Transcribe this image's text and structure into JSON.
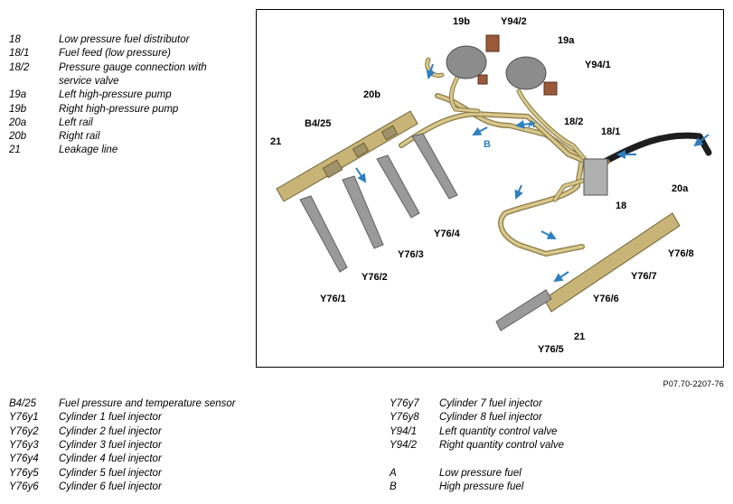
{
  "top_legend": [
    {
      "code": "18",
      "desc": "Low pressure fuel distributor"
    },
    {
      "code": "18/1",
      "desc": "Fuel feed (low pressure)"
    },
    {
      "code": "18/2",
      "desc": "Pressure gauge connection with"
    },
    {
      "code": "",
      "desc": "service valve"
    },
    {
      "code": "19a",
      "desc": "Left high-pressure pump"
    },
    {
      "code": "19b",
      "desc": "Right high-pressure pump"
    },
    {
      "code": "20a",
      "desc": "Left rail"
    },
    {
      "code": "20b",
      "desc": "Right rail"
    },
    {
      "code": "21",
      "desc": "Leakage line"
    }
  ],
  "bottom_legend_left": [
    {
      "code": "B4/25",
      "desc": "Fuel pressure and temperature sensor"
    },
    {
      "code": "Y76y1",
      "desc": "Cylinder 1 fuel injector"
    },
    {
      "code": "Y76y2",
      "desc": "Cylinder 2 fuel injector"
    },
    {
      "code": "Y76y3",
      "desc": "Cylinder 3 fuel injector"
    },
    {
      "code": "Y76y4",
      "desc": "Cylinder 4 fuel injector"
    },
    {
      "code": "Y76y5",
      "desc": "Cylinder 5 fuel injector"
    },
    {
      "code": "Y76y6",
      "desc": "Cylinder 6 fuel injector"
    }
  ],
  "bottom_legend_right": [
    {
      "code": "Y76y7",
      "desc": "Cylinder 7 fuel injector"
    },
    {
      "code": "Y76y8",
      "desc": "Cylinder 8 fuel injector"
    },
    {
      "code": "Y94/1",
      "desc": "Left quantity control valve"
    },
    {
      "code": "Y94/2",
      "desc": "Right quantity control valve"
    },
    {
      "code": "",
      "desc": ""
    },
    {
      "code": "A",
      "desc": "Low pressure fuel"
    },
    {
      "code": "B",
      "desc": "High pressure fuel"
    }
  ],
  "figure_code": "P07.70-2207-76",
  "diagram_labels": {
    "l19b": "19b",
    "l94_2": "Y94/2",
    "l19a": "19a",
    "l94_1": "Y94/1",
    "l20b": "20b",
    "lB425": "B4/25",
    "l21a": "21",
    "lA": "A",
    "lB": "B",
    "l18_2": "18/2",
    "l18_1": "18/1",
    "l18": "18",
    "l20a": "20a",
    "lY1": "Y76/1",
    "lY2": "Y76/2",
    "lY3": "Y76/3",
    "lY4": "Y76/4",
    "lY5": "Y76/5",
    "lY6": "Y76/6",
    "lY7": "Y76/7",
    "lY8": "Y76/8",
    "l21b": "21"
  },
  "colors": {
    "pipe": "#c8b476",
    "pipe_dark": "#8a7a45",
    "arrow": "#2e7fc0",
    "injector": "#9a9a9a",
    "pump": "#8c8c8c",
    "valve": "#9a5a3a",
    "hose": "#1e1e1e"
  }
}
